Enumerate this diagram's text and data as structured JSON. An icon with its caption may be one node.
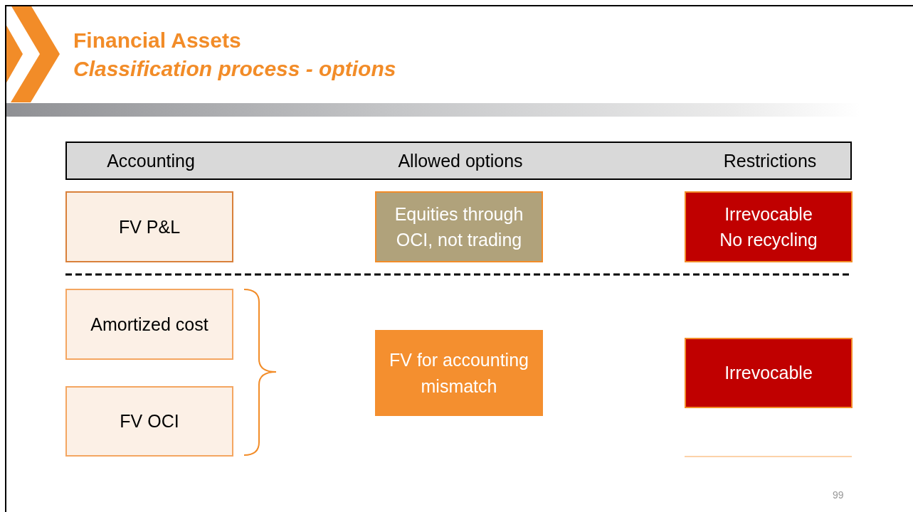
{
  "diagram": {
    "title": "Financial Assets",
    "caption": "Classification process - options",
    "nodes": [
      {
        "text": [
          "Accounting",
          "Allowed options",
          "Restrictions"
        ]
      },
      {
        "text": [
          "FV P&L"
        ]
      },
      {
        "text": [
          "Equities through OCI, not trading"
        ]
      },
      {
        "text": [
          "Irrevocable",
          "No recycling"
        ]
      },
      {
        "text": [
          "Amortized cost"
        ]
      },
      {
        "text": [
          "FV OCI"
        ]
      },
      {
        "text": [
          "FV for accounting mismatch"
        ]
      },
      {
        "text": [
          "Irrevocable"
        ]
      }
    ],
    "labels": [
      "99"
    ]
  }
}
